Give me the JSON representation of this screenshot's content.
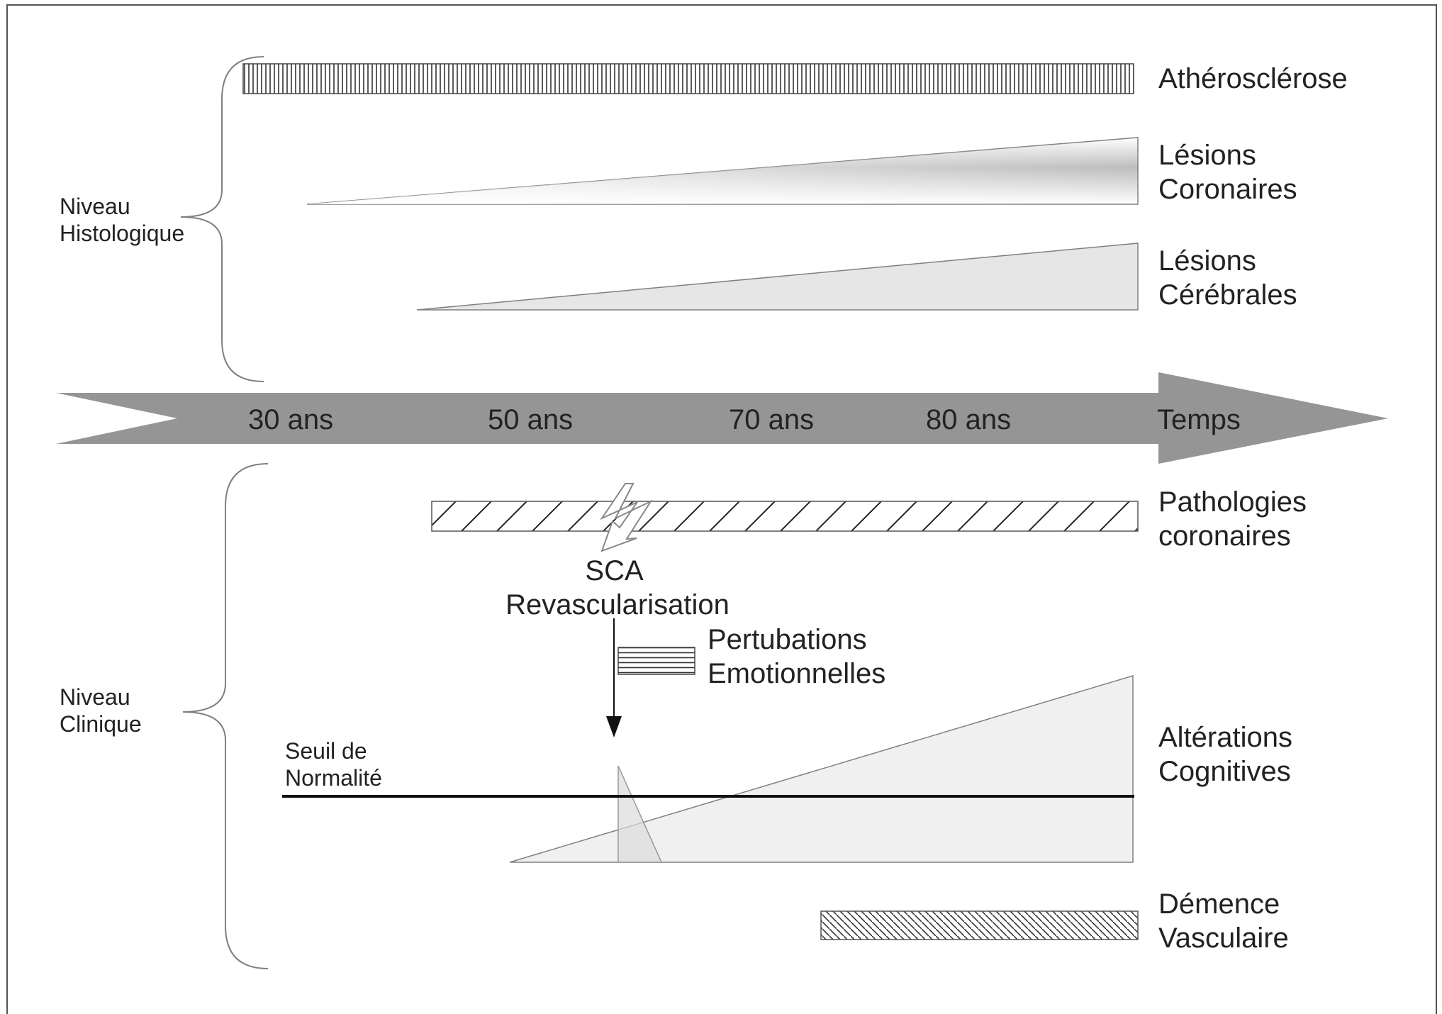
{
  "levels": {
    "histologic": [
      "Niveau",
      "Histologique"
    ],
    "clinic": [
      "Niveau",
      "Clinique"
    ]
  },
  "timeline": {
    "ticks": [
      "30 ans",
      "50 ans",
      "70 ans",
      "80 ans"
    ],
    "end_label": "Temps"
  },
  "histologic_items": {
    "atherosclerose": [
      "Athérosclérose"
    ],
    "lesions_coronaires": [
      "Lésions",
      "Coronaires"
    ],
    "lesions_cerebrales": [
      "Lésions",
      "Cérébrales"
    ]
  },
  "clinic_items": {
    "pathologies_coronaires": [
      "Pathologies",
      "coronaires"
    ],
    "event": [
      "SCA",
      "Revascularisation"
    ],
    "perturbations": [
      "Pertubations",
      "Emotionnelles"
    ],
    "threshold": [
      "Seuil de",
      "Normalité"
    ],
    "alterations": [
      "Altérations",
      "Cognitives"
    ],
    "demence": [
      "Démence",
      "Vasculaire"
    ]
  },
  "colors": {
    "arrow": "#959595",
    "shape_fill": "#e6e6e6",
    "outline": "#808080",
    "threshold_line": "#111111"
  }
}
